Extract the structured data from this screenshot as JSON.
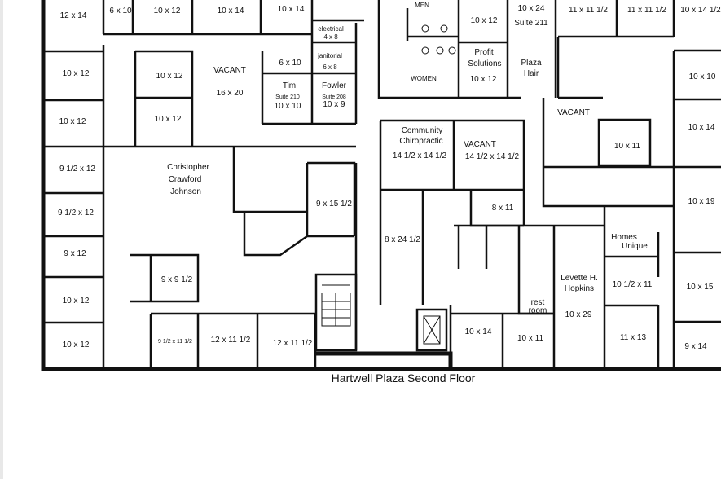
{
  "title": "Hartwell Plaza Second Floor",
  "rooms": [
    [
      "12 x 14"
    ],
    [
      "6 x 10"
    ],
    [
      "10 x 12"
    ],
    [
      "10 x 14"
    ],
    [
      "10 x 14"
    ],
    [
      "electrical",
      "4 x 8"
    ],
    [
      "janitorial",
      "6 x 8"
    ],
    [
      "6 x 10"
    ],
    [
      "Tim",
      "Suite 210",
      "10 x 10"
    ],
    [
      "Fowler",
      "Suite 208",
      "10 x 9"
    ],
    [
      "10 x 12"
    ],
    [
      "10 x 12"
    ],
    [
      "VACANT",
      "16 x 20"
    ],
    [
      "10 x 12"
    ],
    [
      "10 x 12"
    ],
    [
      "9 1/2 x 12"
    ],
    [
      "9 1/2 x 12"
    ],
    [
      "9 x 12"
    ],
    [
      "10 x 12"
    ],
    [
      "10 x 12"
    ],
    [
      "Christopher",
      "Crawford",
      "Johnson"
    ],
    [
      "9 x 15 1/2"
    ],
    [
      "9 x 9 1/2"
    ],
    [
      "9 1/2 x 11 1/2"
    ],
    [
      "12 x 11 1/2"
    ],
    [
      "12 x 11 1/2"
    ],
    [
      "MEN"
    ],
    [
      "WOMEN"
    ],
    [
      "10 x 12"
    ],
    [
      "Profit",
      "Solutions",
      "10 x 12"
    ],
    [
      "10 x 24",
      "Suite 211"
    ],
    [
      "Plaza",
      "Hair"
    ],
    [
      "11 x 11 1/2"
    ],
    [
      "11 x 11 1/2"
    ],
    [
      "10 x 14 1/2"
    ],
    [
      "10 x 10"
    ],
    [
      "VACANT"
    ],
    [
      "10 x 14"
    ],
    [
      "10 x 11"
    ],
    [
      "Community",
      "Chiropractic",
      "14 1/2 x 14 1/2"
    ],
    [
      "VACANT",
      "14 1/2 x 14 1/2"
    ],
    [
      "8 x 11"
    ],
    [
      "8 x 24 1/2"
    ],
    [
      "10 x 19"
    ],
    [
      "Homes",
      "Unique"
    ],
    [
      "Levette H.",
      "Hopkins",
      "10 x 29"
    ],
    [
      "10 1/2 x 11"
    ],
    [
      "10 x 15"
    ],
    [
      "rest",
      "room"
    ],
    [
      "10 x 14"
    ],
    [
      "10 x 11"
    ],
    [
      "11 x 13"
    ],
    [
      "9 x 14"
    ]
  ]
}
